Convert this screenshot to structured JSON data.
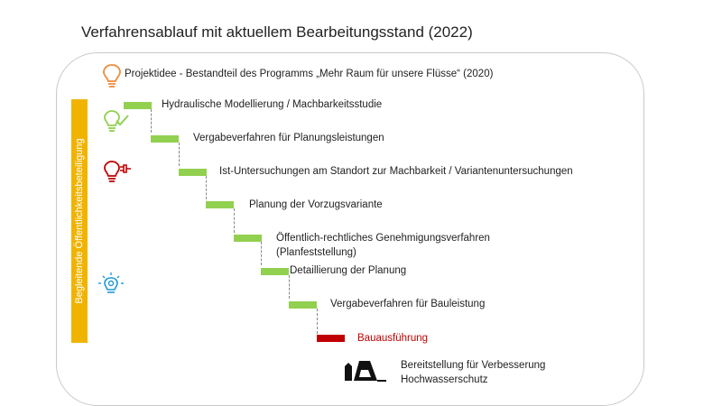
{
  "title": "Verfahrensablauf mit aktuellem Bearbeitungsstand (2022)",
  "side_label": "Begleitende Öffentlichkeitsbeteiligung",
  "project_idea": "Projektidee  - Bestandteil des Programms „Mehr Raum für unsere Flüsse“ (2020)",
  "steps": [
    {
      "label": "Hydraulische Modellierung / Machbarkeitsstudie",
      "status": "done"
    },
    {
      "label": "Vergabeverfahren  für Planungsleistungen",
      "status": "done"
    },
    {
      "label": "Ist-Untersuchungen  am Standort zur Machbarkeit / Variantenuntersuchungen",
      "status": "done"
    },
    {
      "label": "Planung der Vorzugsvariante",
      "status": "done"
    },
    {
      "label": "Öffentlich-rechtliches  Genehmigungsverfahren",
      "label2": "(Planfeststellung)",
      "status": "done"
    },
    {
      "label": "Detaillierung der Planung",
      "status": "done"
    },
    {
      "label": "Vergabeverfahren  für Bauleistung",
      "status": "done"
    },
    {
      "label": "Bauausführung",
      "status": "current"
    }
  ],
  "result": {
    "label": "Bereitstellung  für Verbesserung",
    "label2": "Hochwasserschutz"
  },
  "colors": {
    "done": "#92d050",
    "current": "#c00000",
    "side": "#f0b400"
  },
  "icons": [
    "lightbulb-idea-icon",
    "lightbulb-check-icon",
    "lightbulb-plug-icon",
    "lightbulb-target-icon",
    "dam-icon"
  ]
}
